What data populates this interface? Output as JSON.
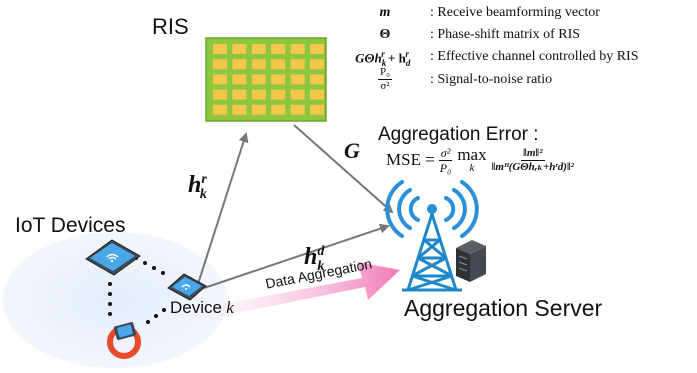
{
  "ris": {
    "title": "RIS",
    "grid_rows": 5,
    "grid_cols": 6
  },
  "legend": {
    "items": [
      {
        "symbol": "m",
        "desc": ": Receive beamforming vector"
      },
      {
        "symbol": "Θ",
        "desc": ": Phase-shift matrix of RIS"
      },
      {
        "symbol": "GΘh_k^r + h_d^r",
        "symbol_main": "GΘh",
        "symbol_sub1": "k",
        "symbol_sup1": "r",
        "symbol_mid": " + h",
        "symbol_sub2": "d",
        "symbol_sup2": "r",
        "desc": ": Effective channel controlled by RIS"
      },
      {
        "symbol": "P0/σ²",
        "frac_num": "P₀",
        "frac_den": "σ²",
        "desc": ": Signal-to-noise ratio"
      }
    ]
  },
  "channels": {
    "h_r": {
      "base": "h",
      "sub": "k",
      "sup": "r"
    },
    "G": "G",
    "h_d": {
      "base": "h",
      "sub": "k",
      "sup": "d"
    }
  },
  "aggregation_error": {
    "title": "Aggregation Error :",
    "mse_label": "MSE =",
    "frac_num": "σ²",
    "frac_den": "P₀",
    "max_label": "max",
    "max_sub": "k",
    "rhs_num": "‖m‖²",
    "rhs_den": "‖mᴴ(GΘhᵣₖ+hʳd)‖²"
  },
  "iot": {
    "title": "IoT Devices",
    "device_label": "Device",
    "device_var": "k"
  },
  "data_aggregation_label": "Data Aggregation",
  "server": {
    "title": "Aggregation Server"
  },
  "colors": {
    "ris_board": "#8fc63f",
    "ris_board_dark": "#6aa52a",
    "ris_cell": "#f3c84a",
    "arrow": "#777777",
    "tower": "#1e88c8",
    "signal": "#2a8fd8",
    "pink_arrow": "#f07ab8",
    "cloud": "#eaf0fa",
    "watch": "#e84a2a"
  }
}
